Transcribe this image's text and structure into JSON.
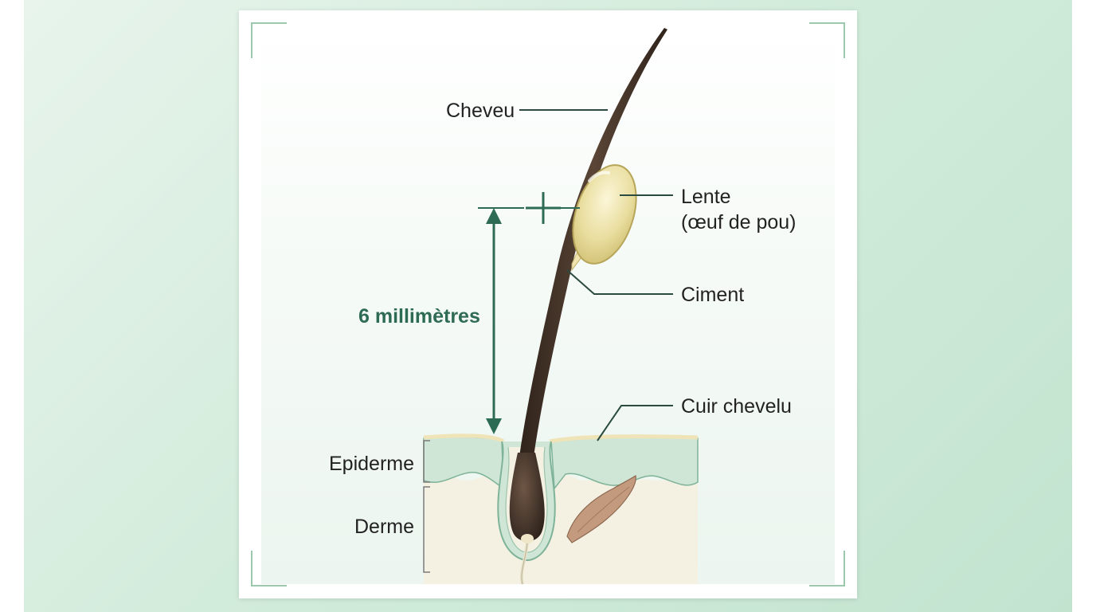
{
  "labels": {
    "cheveu": "Cheveu",
    "lente_line1": "Lente",
    "lente_line2": "(œuf de pou)",
    "ciment": "Ciment",
    "cuir_chevelu": "Cuir chevelu",
    "epiderme": "Epiderme",
    "derme": "Derme",
    "distance": "6 millimètres"
  },
  "colors": {
    "hair": "#4a372b",
    "nit": "#e8dca0",
    "nit_outline": "#b9a75a",
    "measure": "#2e6b55",
    "leader": "#2b4a40",
    "epidermis": "#cfe6d7",
    "dermis": "#f3f0e2",
    "muscle": "#b98a6d"
  }
}
